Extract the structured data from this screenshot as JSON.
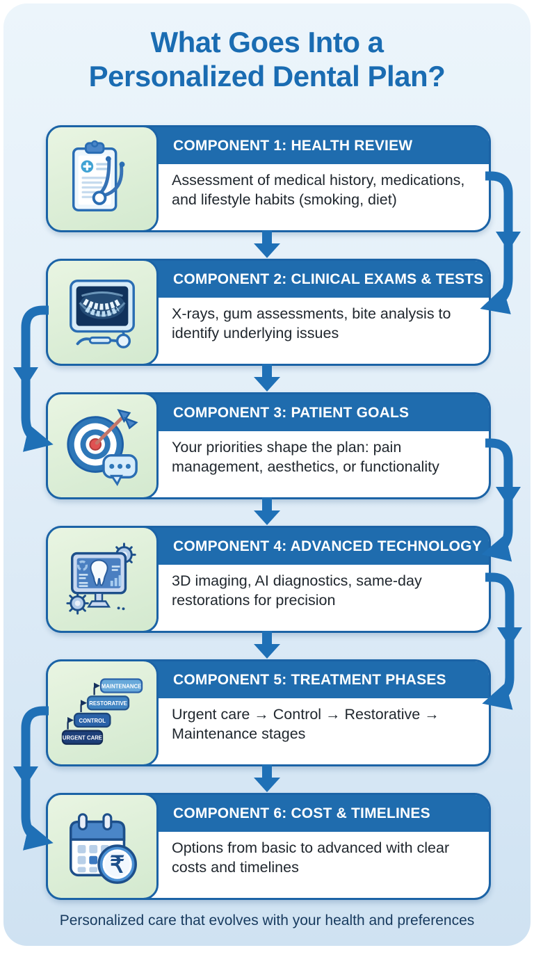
{
  "page": {
    "title_line1": "What Goes Into a",
    "title_line2": "Personalized Dental Plan?",
    "footer": "Personalized care that evolves with your health and preferences"
  },
  "colors": {
    "title_blue": "#1a6cb2",
    "header_bar_blue": "#1f6cae",
    "card_border_blue": "#1b63a6",
    "arrow_blue": "#1f70b6",
    "icon_panel_green": "#ddeed6",
    "body_text": "#20272e",
    "footer_navy": "#173a5e",
    "background_light_blue": "#e2eef8"
  },
  "components": [
    {
      "header": "COMPONENT 1: HEALTH REVIEW",
      "body": "Assessment of medical history, medications, and lifestyle habits (smoking, diet)",
      "icon": "clipboard-stethoscope-icon"
    },
    {
      "header": "COMPONENT 2: CLINICAL EXAMS & TESTS",
      "body": "X-rays, gum assessments, bite analysis to identify underlying issues",
      "icon": "dental-xray-icon"
    },
    {
      "header": "COMPONENT 3: PATIENT GOALS",
      "body": "Your priorities shape the plan: pain management, aesthetics, or functionality",
      "icon": "target-arrow-icon"
    },
    {
      "header": "COMPONENT 4: ADVANCED TECHNOLOGY",
      "body": "3D imaging, AI diagnostics, same-day restorations for precision",
      "icon": "monitor-tooth-icon"
    },
    {
      "header": "COMPONENT 5: TREATMENT PHASES",
      "body": "Urgent care → Control → Restorative → Maintenance stages",
      "icon": "treatment-phases-icon",
      "phase_labels": [
        "URGENT CARE",
        "CONTROL",
        "RESTORATIVE",
        "MAINTENANCE"
      ]
    },
    {
      "header": "COMPONENT 6: COST & TIMELINES",
      "body": "Options from basic to advanced with clear costs and timelines",
      "icon": "calendar-rupee-icon",
      "currency_symbol": "₹"
    }
  ]
}
